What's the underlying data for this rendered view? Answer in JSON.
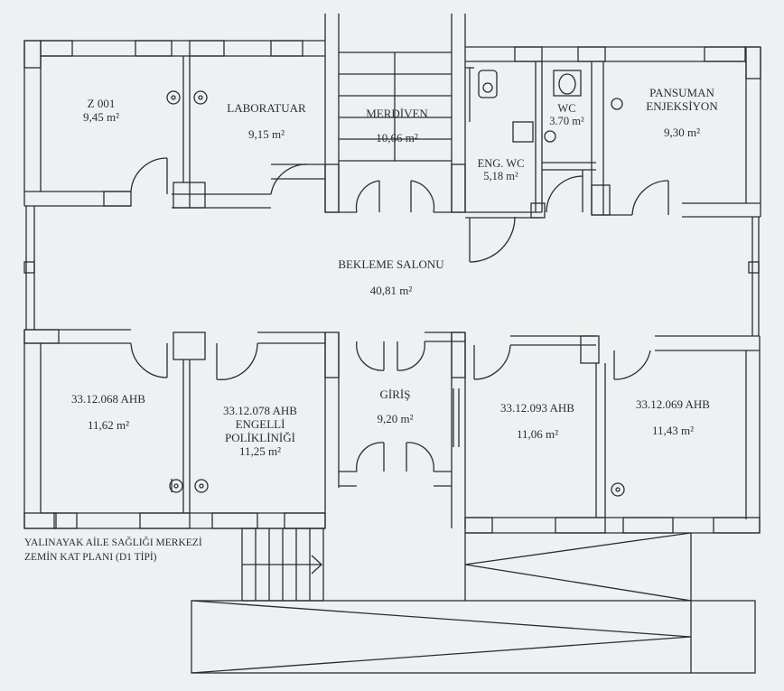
{
  "plan": {
    "title_line1": "YALINAYAK  AİLE SAĞLIĞI MERKEZİ",
    "title_line2": "ZEMİN  KAT PLANI (D1 TİPİ)"
  },
  "rooms": {
    "z001": {
      "name": "Z 001",
      "area": "9,45 m²"
    },
    "lab": {
      "name": "LABORATUAR",
      "area": "9,15 m²"
    },
    "stairs": {
      "name": "MERDİVEN",
      "area": "10,66 m²"
    },
    "eng_wc": {
      "name": "ENG. WC",
      "area": "5,18 m²"
    },
    "wc": {
      "name": "WC",
      "area": "3.70 m²"
    },
    "pansuman": {
      "name_line1": "PANSUMAN",
      "name_line2": "ENJEKSİYON",
      "area": "9,30 m²"
    },
    "bekleme": {
      "name": "BEKLEME SALONU",
      "area": "40,81 m²"
    },
    "ahb068": {
      "name": "33.12.068 AHB",
      "area": "11,62 m²"
    },
    "ahb078": {
      "name_line1": "33.12.078 AHB",
      "name_line2": "ENGELLİ",
      "name_line3": "POLİKLİNİĞİ",
      "area": "11,25 m²"
    },
    "giris": {
      "name": "GİRİŞ",
      "area": "9,20 m²"
    },
    "ahb093": {
      "name": "33.12.093 AHB",
      "area": "11,06 m²"
    },
    "ahb069": {
      "name": "33.12.069 AHB",
      "area": "11,43 m²"
    }
  },
  "colors": {
    "paper": "#eef0f1",
    "ink": "#2b2d33"
  }
}
